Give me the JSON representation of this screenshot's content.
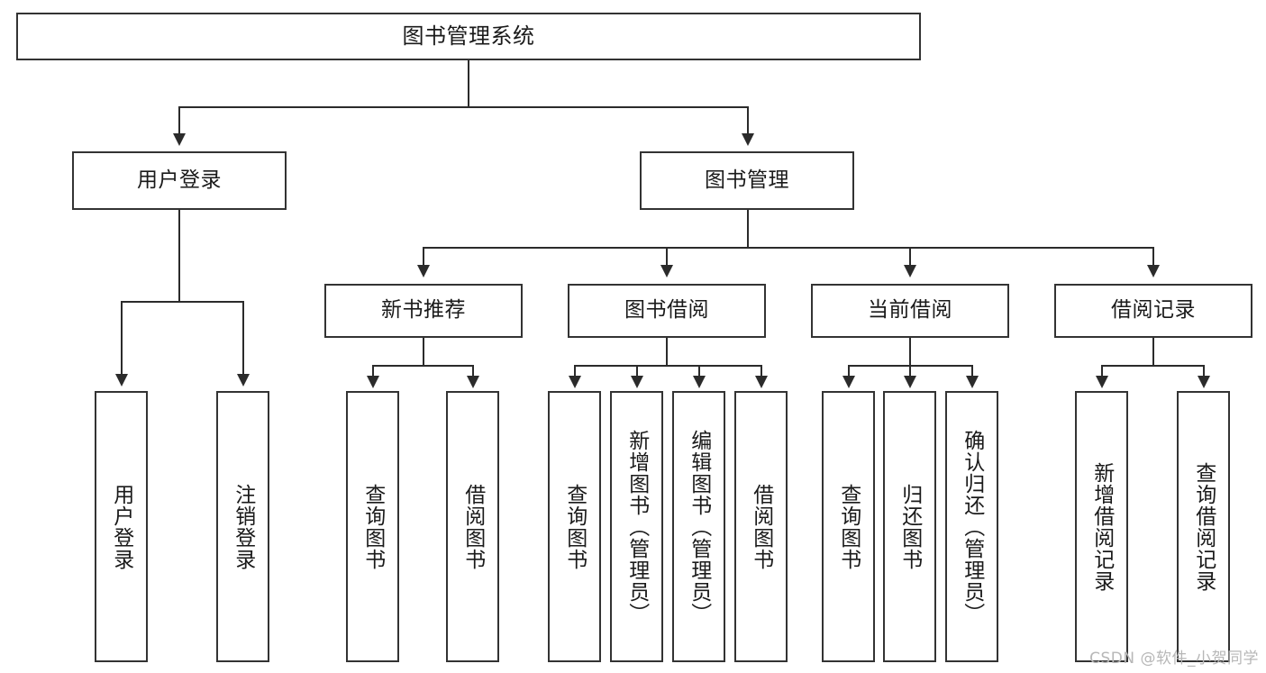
{
  "diagram": {
    "title": "图书管理系统",
    "type": "tree-functional-structure",
    "watermark": "CSDN @软件_小贺同学",
    "colors": {
      "box_border": "#333333",
      "box_fill": "#ffffff",
      "connector": "#2b2b2b",
      "text": "#1a1a1a",
      "watermark": "#b7b7b7",
      "canvas": "#ffffff"
    }
  },
  "nodes": {
    "root": {
      "label": "图书管理系统"
    },
    "level2": [
      {
        "label": "用户登录"
      },
      {
        "label": "图书管理"
      }
    ],
    "level3": [
      {
        "label": "新书推荐"
      },
      {
        "label": "图书借阅"
      },
      {
        "label": "当前借阅"
      },
      {
        "label": "借阅记录"
      }
    ],
    "leaves": {
      "user_login": [
        {
          "label": "用户登录"
        },
        {
          "label": "注销登录"
        }
      ],
      "new_book_recommend": [
        {
          "label": "查询图书"
        },
        {
          "label": "借阅图书"
        }
      ],
      "book_borrow": [
        {
          "label": "查询图书"
        },
        {
          "label": "新增图书（管理员）"
        },
        {
          "label": "编辑图书（管理员）"
        },
        {
          "label": "借阅图书"
        }
      ],
      "current_borrow": [
        {
          "label": "查询图书"
        },
        {
          "label": "归还图书"
        },
        {
          "label": "确认归还（管理员）"
        }
      ],
      "borrow_record": [
        {
          "label": "新增借阅记录"
        },
        {
          "label": "查询借阅记录"
        }
      ]
    }
  }
}
